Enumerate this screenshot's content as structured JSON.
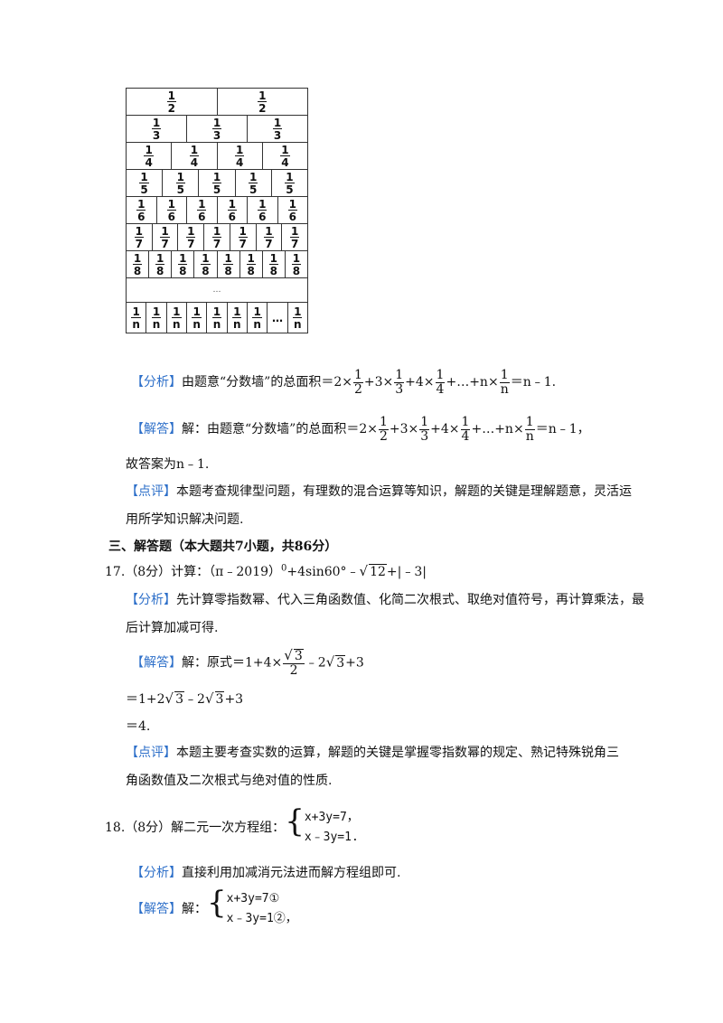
{
  "wall": {
    "rows": [
      {
        "n": "1",
        "d": "2",
        "count": 2
      },
      {
        "n": "1",
        "d": "3",
        "count": 3
      },
      {
        "n": "1",
        "d": "4",
        "count": 4
      },
      {
        "n": "1",
        "d": "5",
        "count": 5
      },
      {
        "n": "1",
        "d": "6",
        "count": 6
      },
      {
        "n": "1",
        "d": "7",
        "count": 7
      },
      {
        "n": "1",
        "d": "8",
        "count": 8
      }
    ],
    "dots": "…",
    "last_row": {
      "n": "1",
      "d": "n",
      "count": 8,
      "ellipsis": "…"
    }
  },
  "q16": {
    "analysis_tag": "【分析】",
    "analysis_text": "由题意“分数墙”的总面积＝2×",
    "answer_tag": "【解答】",
    "answer_text": "解：由题意“分数墙”的总面积＝2×",
    "expr_terms": [
      "1",
      "2",
      "+3×",
      "1",
      "3",
      "+4×",
      "1",
      "4",
      "+…+n×",
      "1",
      "n"
    ],
    "expr_end_analysis": "＝n﹣1.",
    "expr_end_answer": "＝n﹣1，",
    "conclusion": "故答案为n﹣1.",
    "comment_tag": "【点评】",
    "comment_line1": "本题考查规律型问题，有理数的混合运算等知识，解题的关键是理解题意，灵活运",
    "comment_line2": "用所学知识解决问题."
  },
  "section3": {
    "title": "三、解答题（本大题共7小题，共86分）"
  },
  "q17": {
    "number": "17.",
    "score": "（8分）计算：（π﹣2019）",
    "exp0": "0",
    "mid": "+4sin60°﹣",
    "rad12": "12",
    "tail": "+|﹣3|",
    "analysis_tag": "【分析】",
    "analysis_line1": "先计算零指数幂、代入三角函数值、化简二次根式、取绝对值符号，再计算乘法，最",
    "analysis_line2": "后计算加减可得.",
    "answer_tag": "【解答】",
    "answer_lead": "解：原式＝1+4×",
    "sqrt3": "3",
    "two": "2",
    "answer_rest": "﹣2",
    "plus3": "+3",
    "step2_a": "＝1+2",
    "step2_b": "﹣2",
    "step3": "＝4.",
    "comment_tag": "【点评】",
    "comment_line1": "本题主要考查实数的运算，解题的关键是掌握零指数幂的规定、熟记特殊锐角三",
    "comment_line2": "角函数值及二次根式与绝对值的性质."
  },
  "q18": {
    "number": "18.",
    "score": "（8分）解二元一次方程组：",
    "eq1": "x+3y=7，",
    "eq2": "x﹣3y=1.",
    "analysis_tag": "【分析】",
    "analysis_text": "直接利用加减消元法进而解方程组即可.",
    "answer_tag": "【解答】",
    "answer_lead": "解：",
    "sol_eq1": "x+3y=7",
    "sol_eq2": "x﹣3y=1",
    "circ1": "①",
    "circ2": "②",
    "comma": "，"
  }
}
